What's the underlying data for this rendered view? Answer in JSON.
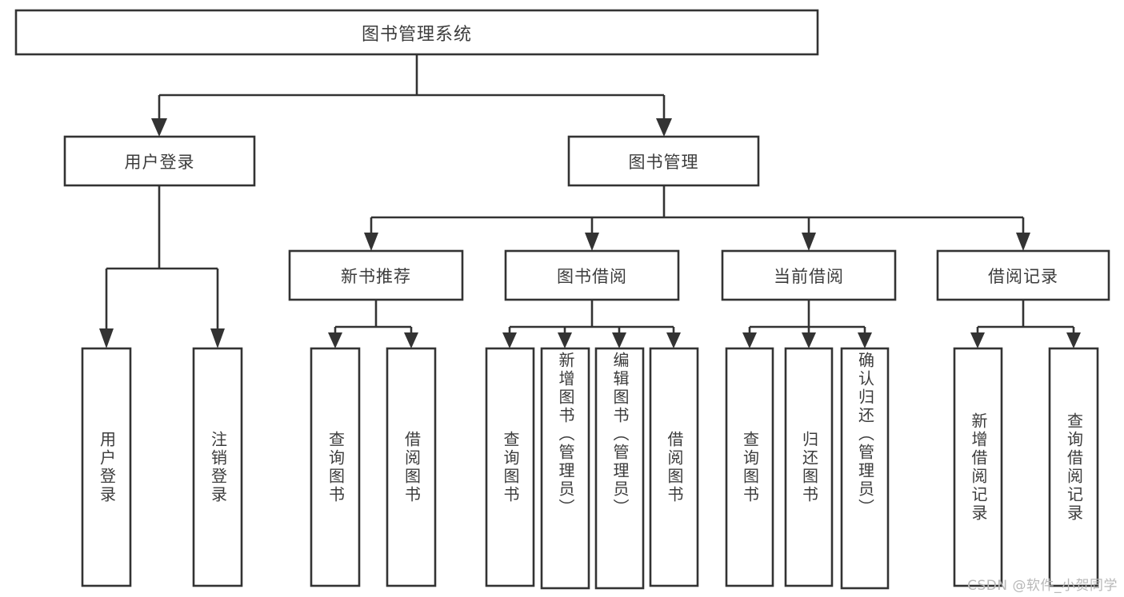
{
  "diagram": {
    "type": "hierarchy-tree",
    "title": "图书管理系统",
    "watermark": "CSDN @软件_小贺同学",
    "colors": {
      "stroke": "#333333",
      "fill": "#ffffff",
      "text": "#3c3c3c",
      "watermark": "#b8b8b8"
    },
    "nodes": {
      "root": "图书管理系统",
      "level1": [
        {
          "label": "用户登录"
        },
        {
          "label": "图书管理"
        }
      ],
      "level2": [
        {
          "label": "新书推荐"
        },
        {
          "label": "图书借阅"
        },
        {
          "label": "当前借阅"
        },
        {
          "label": "借阅记录"
        }
      ],
      "leaves_user_login": [
        {
          "label": "用户登录"
        },
        {
          "label": "注销登录"
        }
      ],
      "leaves_new_book": [
        {
          "label": "查询图书"
        },
        {
          "label": "借阅图书"
        }
      ],
      "leaves_borrow": [
        {
          "label": "查询图书"
        },
        {
          "label": "新增图书（管理员）"
        },
        {
          "label": "编辑图书（管理员）"
        },
        {
          "label": "借阅图书"
        }
      ],
      "leaves_current": [
        {
          "label": "查询图书"
        },
        {
          "label": "归还图书"
        },
        {
          "label": "确认归还（管理员）"
        }
      ],
      "leaves_records": [
        {
          "label": "新增借阅记录"
        },
        {
          "label": "查询借阅记录"
        }
      ]
    }
  }
}
